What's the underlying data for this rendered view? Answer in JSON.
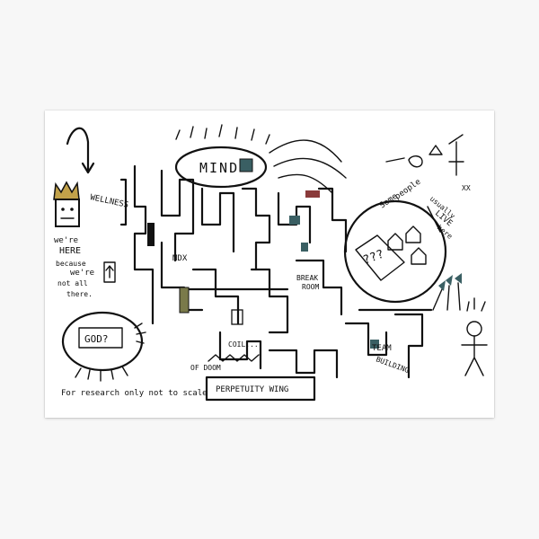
{
  "labels": {
    "mind": "MIND",
    "wellness": "WELLNESS",
    "were": "we're",
    "here": "HERE",
    "because": "because",
    "were2": "we're",
    "not_all": "not all",
    "there": "there.",
    "god": "GOD?",
    "mdx": "MDX",
    "break": "BREAK",
    "room": "ROOM",
    "some": "Some",
    "people": "people",
    "usually": "usually",
    "live": "LIVE",
    "here2": "here",
    "question": "???",
    "team": "TEAM",
    "building": "BUILDING",
    "coil": "COIL...",
    "of_doom": "OF DOOM",
    "perpetuity": "PERPETUITY WING",
    "footer": "For research only not to scale",
    "xx": "XX"
  },
  "colors": {
    "ink": "#111111",
    "crown": "#c2a24a",
    "olive": "#7a7a4a",
    "teal": "#3a5f63",
    "red": "#8a3a3a",
    "background": "#f7f7f7",
    "paper": "#ffffff"
  }
}
